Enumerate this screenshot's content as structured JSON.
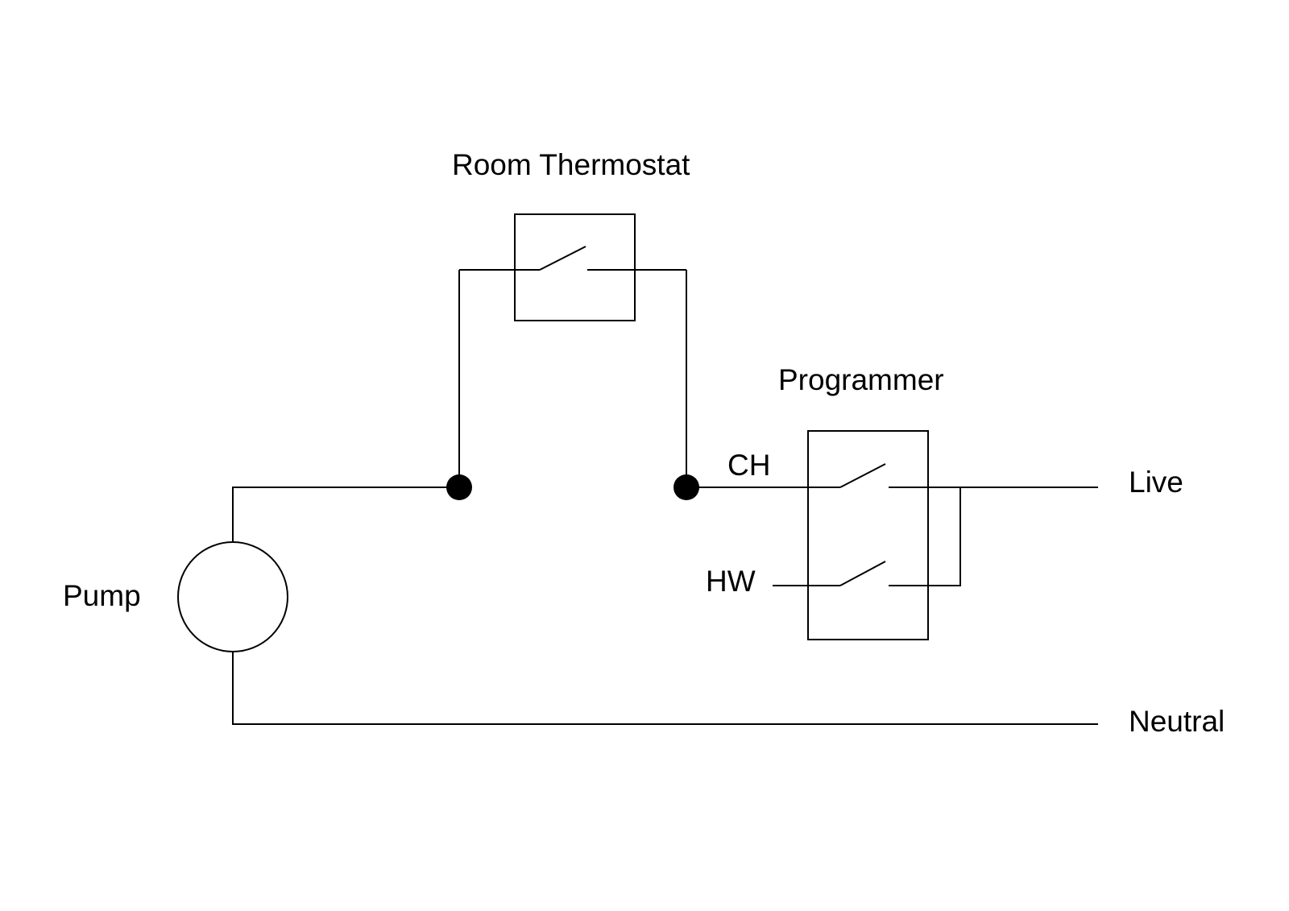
{
  "diagram": {
    "type": "wiring-schematic",
    "colors": {
      "line": "#000000",
      "background": "#ffffff"
    },
    "labels": {
      "room_thermostat": "Room Thermostat",
      "programmer": "Programmer",
      "ch": "CH",
      "hw": "HW",
      "pump": "Pump",
      "live": "Live",
      "neutral": "Neutral"
    },
    "components": [
      {
        "id": "room-thermostat",
        "kind": "switch-enclosure",
        "switches": 1,
        "state": "open"
      },
      {
        "id": "programmer",
        "kind": "switch-enclosure",
        "switches": 2,
        "channels": [
          "CH",
          "HW"
        ],
        "state": "open"
      },
      {
        "id": "pump",
        "kind": "motor-circle"
      },
      {
        "id": "junction-left",
        "kind": "junction-dot"
      },
      {
        "id": "junction-right",
        "kind": "junction-dot"
      }
    ],
    "connections": [
      {
        "from": "pump",
        "to": "junction-left"
      },
      {
        "from": "junction-left",
        "to": "room-thermostat"
      },
      {
        "from": "room-thermostat",
        "to": "junction-right"
      },
      {
        "from": "junction-right",
        "to": "programmer.CH"
      },
      {
        "from": "programmer.CH",
        "to": "Live"
      },
      {
        "from": "programmer.HW",
        "to": "Live"
      },
      {
        "from": "pump",
        "to": "Neutral"
      }
    ]
  }
}
